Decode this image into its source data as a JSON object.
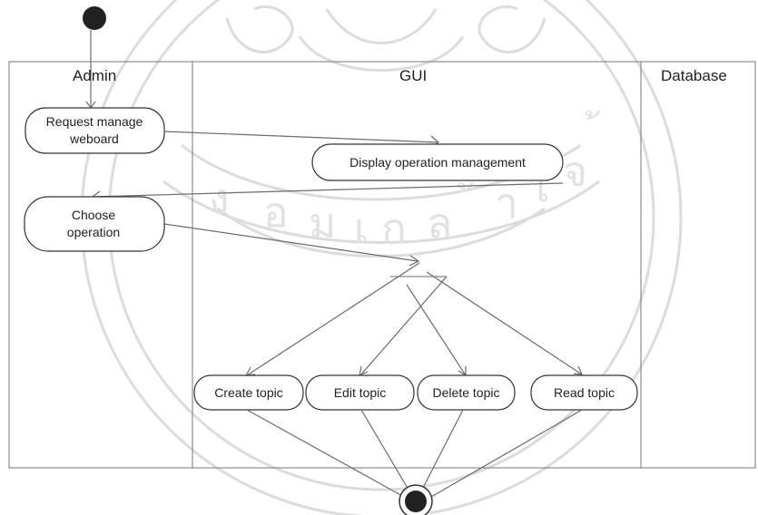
{
  "diagram": {
    "type": "UML activity diagram",
    "swimlanes": [
      "Admin",
      "GUI",
      "Database"
    ],
    "activities": {
      "request": "Request manage weboard",
      "display": "Display operation management",
      "choose": "Choose operation",
      "create": "Create topic",
      "edit": "Edit topic",
      "delete": "Delete topic",
      "read": "Read topic"
    },
    "flow": [
      [
        "start",
        "request"
      ],
      [
        "request",
        "display"
      ],
      [
        "display",
        "choose"
      ],
      [
        "choose",
        "fork"
      ],
      [
        "fork",
        "create"
      ],
      [
        "fork",
        "edit"
      ],
      [
        "fork",
        "delete"
      ],
      [
        "fork",
        "read"
      ],
      [
        "create",
        "end"
      ],
      [
        "edit",
        "end"
      ],
      [
        "delete",
        "end"
      ],
      [
        "read",
        "end"
      ]
    ],
    "colors": {
      "line": "#6b6b6b",
      "node_fill": "#222222",
      "watermark": "#d9d9d9"
    }
  }
}
